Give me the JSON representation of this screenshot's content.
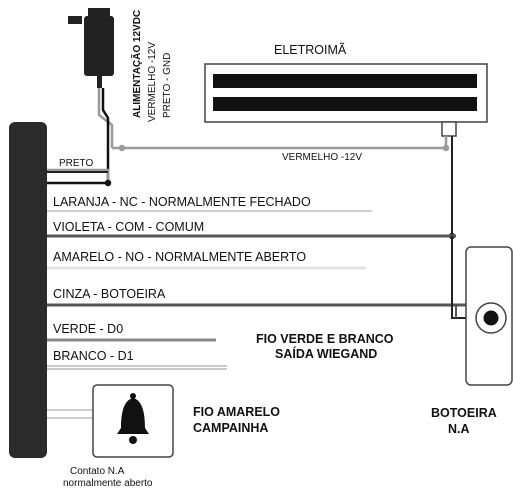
{
  "power": {
    "title": "ALIMENTAÇÃO 12VDC",
    "red_label": "VERMELHO -12V",
    "black_label": "PRETO - GND"
  },
  "lock": {
    "title": "ELETROIMÃ",
    "red_wire_label": "VERMELHO -12V"
  },
  "wires": {
    "preto": "PRETO",
    "laranja": "LARANJA - NC - NORMALMENTE FECHADO",
    "violeta": "VIOLETA - COM - COMUM",
    "amarelo": "AMARELO  - NO - NORMALMENTE ABERTO",
    "cinza": "CINZA - BOTOEIRA",
    "verde": "VERDE - D0",
    "branco": "BRANCO - D1"
  },
  "notes": {
    "wiegand_line1": "FIO VERDE E BRANCO",
    "wiegand_line2": "SAÍDA WIEGAND",
    "bell_line1": "FIO AMARELO",
    "bell_line2": "CAMPAINHA",
    "contact_line1": "Contato N.A",
    "contact_line2": "normalmente aberto"
  },
  "button": {
    "line1": "BOTOEIRA",
    "line2": "N.A"
  },
  "colors": {
    "device": "#2b2b2b",
    "wire_dark": "#3a3a3a",
    "wire_gray": "#8a8a8a",
    "wire_light": "#cfcfcf"
  }
}
